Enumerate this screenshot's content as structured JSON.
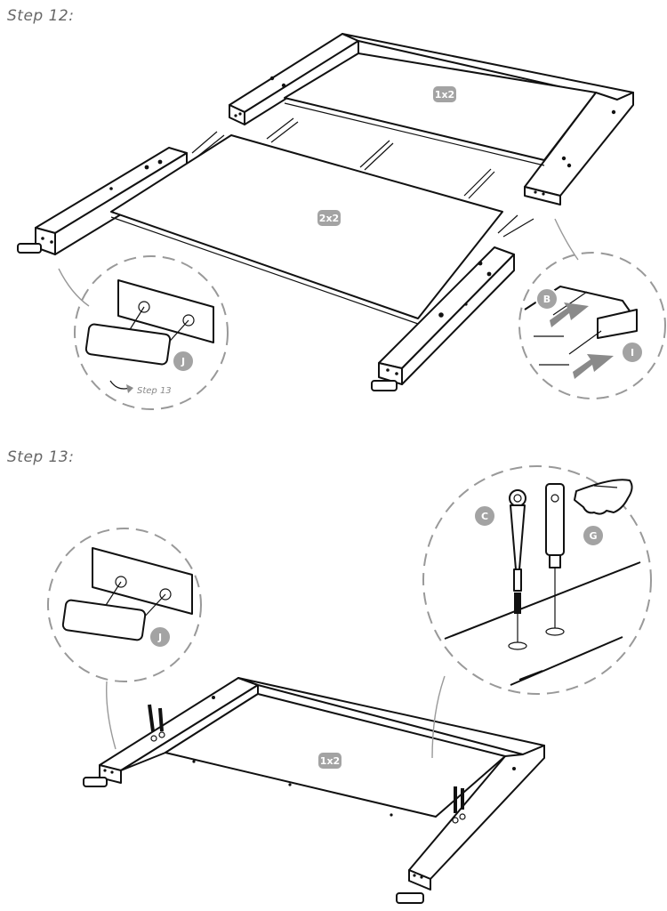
{
  "steps": [
    {
      "title": "Step 12:",
      "panels": [
        "1x2",
        "2x2"
      ],
      "detail_parts": [
        "J",
        "B",
        "I"
      ],
      "next_step_ref": "Step 13"
    },
    {
      "title": "Step 13:",
      "panels": [
        "1x2"
      ],
      "detail_parts": [
        "J",
        "C",
        "G"
      ]
    }
  ],
  "colors": {
    "outline": "#111111",
    "callout_dash": "#999999",
    "badge_fill": "#a3a3a3",
    "title_text": "#666666"
  },
  "icons": [
    "hand-pointing-icon",
    "direction-arrow-icon",
    "curved-arrow-icon"
  ]
}
